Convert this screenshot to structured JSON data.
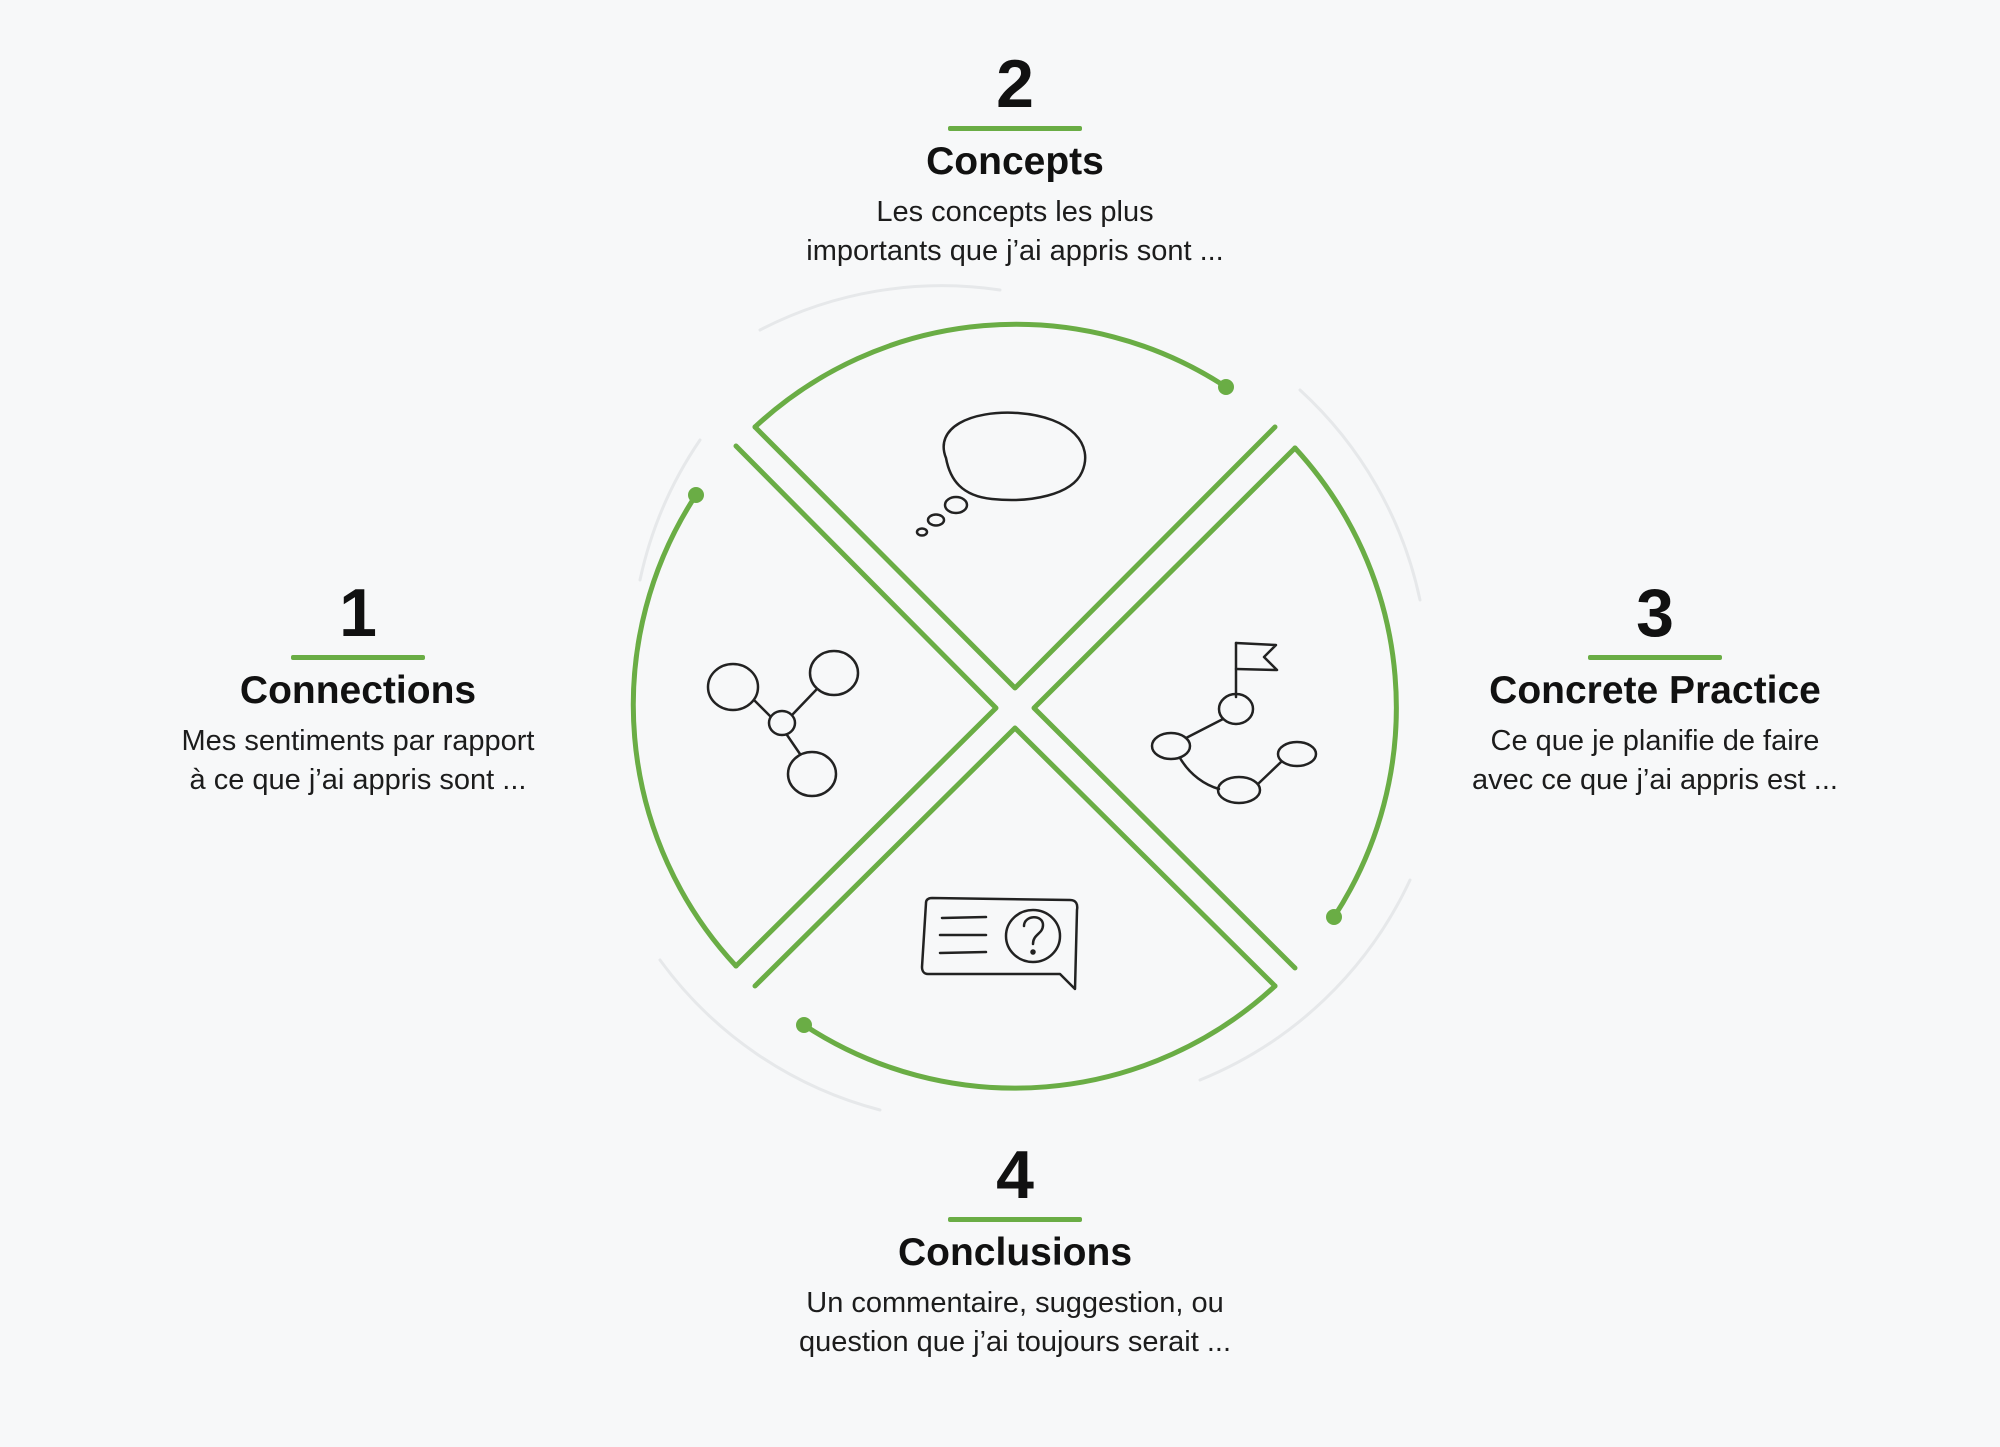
{
  "steps": [
    {
      "number": "1",
      "title": "Connections",
      "description_line1": "Mes sentiments par rapport",
      "description_line2": "à ce que j’ai appris sont ..."
    },
    {
      "number": "2",
      "title": "Concepts",
      "description_line1": "Les concepts les plus",
      "description_line2": "importants que j’ai appris sont ..."
    },
    {
      "number": "3",
      "title": "Concrete Practice",
      "description_line1": "Ce que je planifie de faire",
      "description_line2": "avec ce que j’ai appris est ..."
    },
    {
      "number": "4",
      "title": "Conclusions",
      "description_line1": "Un commentaire, suggestion, ou",
      "description_line2": "question que j’ai toujours serait ..."
    }
  ],
  "icons": {
    "concepts": "thought-bubble-icon",
    "connections": "network-nodes-icon",
    "concrete_practice": "flag-path-icon",
    "conclusions": "question-card-icon"
  },
  "colors": {
    "accent": "#6aad45",
    "ink": "#111111",
    "background": "#f7f8f9"
  }
}
